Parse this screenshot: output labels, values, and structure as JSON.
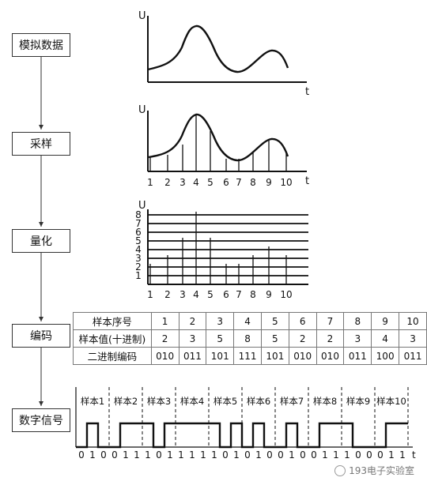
{
  "stages": [
    {
      "key": "analog",
      "label": "模拟数据"
    },
    {
      "key": "sample",
      "label": "采样"
    },
    {
      "key": "quantize",
      "label": "量化"
    },
    {
      "key": "encode",
      "label": "编码"
    },
    {
      "key": "digital",
      "label": "数字信号"
    }
  ],
  "axis": {
    "u_label": "U",
    "t_label": "t"
  },
  "sample_ticks": [
    "1",
    "2",
    "3",
    "4",
    "5",
    "6",
    "7",
    "8",
    "9",
    "10"
  ],
  "sample_values": [
    2,
    3,
    5,
    8,
    5,
    2,
    2,
    3,
    4,
    3
  ],
  "quant_levels": [
    "1",
    "2",
    "3",
    "4",
    "5",
    "6",
    "7",
    "8"
  ],
  "table": {
    "headers": [
      "样本序号",
      "样本值(十进制)",
      "二进制编码"
    ],
    "sample_nos": [
      "1",
      "2",
      "3",
      "4",
      "5",
      "6",
      "7",
      "8",
      "9",
      "10"
    ],
    "decimal": [
      "2",
      "3",
      "5",
      "8",
      "5",
      "2",
      "2",
      "3",
      "4",
      "3"
    ],
    "binary": [
      "010",
      "011",
      "101",
      "111",
      "101",
      "010",
      "010",
      "011",
      "100",
      "011"
    ]
  },
  "digital": {
    "sample_labels": [
      "样本1",
      "样本2",
      "样本3",
      "样本4",
      "样本5",
      "样本6",
      "样本7",
      "样本8",
      "样本9",
      "样本10"
    ],
    "bits": [
      "0",
      "1",
      "0",
      "0",
      "1",
      "1",
      "1",
      "0",
      "1",
      "1",
      "1",
      "1",
      "1",
      "0",
      "1",
      "0",
      "1",
      "0",
      "0",
      "1",
      "0",
      "0",
      "1",
      "1",
      "1",
      "0",
      "0",
      "0",
      "1",
      "1"
    ]
  },
  "watermark": "193电子实验室"
}
